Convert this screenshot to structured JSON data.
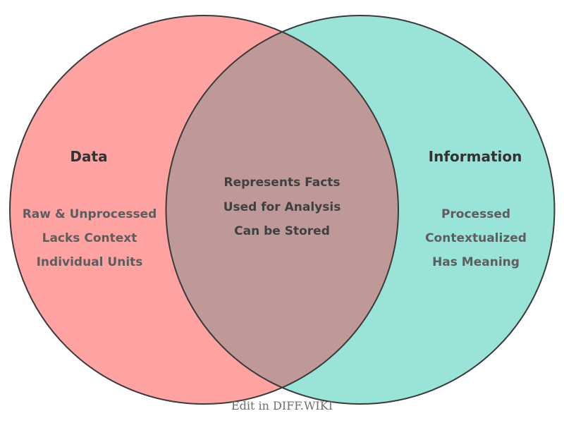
{
  "diagram": {
    "type": "venn",
    "left": {
      "title": "Data",
      "items": [
        "Raw & Unprocessed",
        "Lacks Context",
        "Individual Units"
      ],
      "fill": "#FFA2A2"
    },
    "right": {
      "title": "Information",
      "items": [
        "Processed",
        "Contextualized",
        "Has Meaning"
      ],
      "fill": "#9AE3D8"
    },
    "intersection": {
      "items": [
        "Represents Facts",
        "Used for Analysis",
        "Can be Stored"
      ],
      "fill": "#BF9898"
    },
    "stroke_color": "#3A3A3A",
    "background": "#FFFFFF"
  },
  "footer": {
    "label": "Edit in DIFF.WIKI"
  }
}
